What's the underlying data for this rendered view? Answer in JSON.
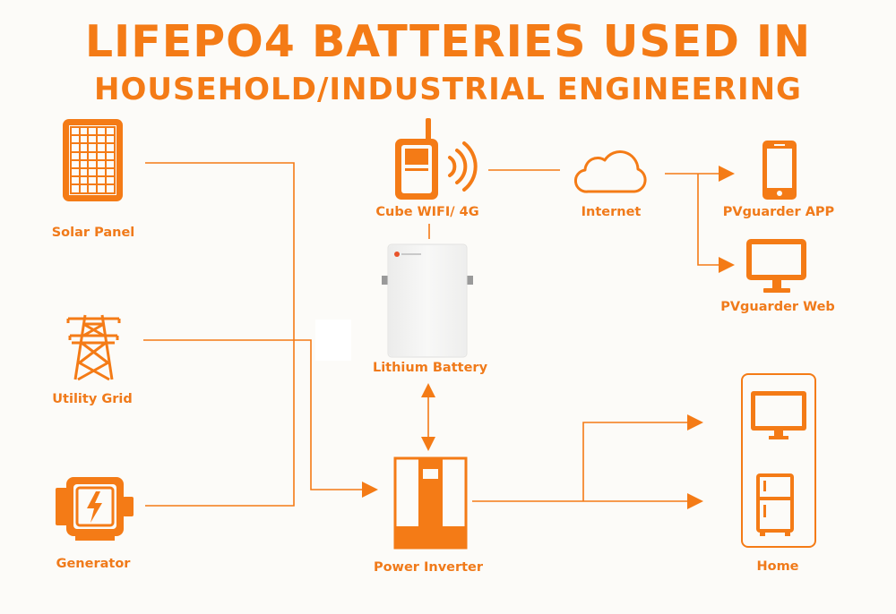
{
  "title": {
    "line1": "LIFEPO4 BATTERIES USED IN",
    "line2": "HOUSEHOLD/INDUSTRIAL ENGINEERING"
  },
  "nodes": {
    "solar_panel": "Solar Panel",
    "utility_grid": "Utility Grid",
    "generator": "Generator",
    "cube_wifi": "Cube WIFI/   4G",
    "internet": "Internet",
    "pvguarder_app": "PVguarder  APP",
    "pvguarder_web": "PVguarder  Web",
    "lithium_battery": "Lithium Battery",
    "power_inverter": "Power Inverter",
    "home": "Home"
  },
  "colors": {
    "accent": "#f47b16",
    "background": "#fcfbf8"
  },
  "icons": [
    "solar-panel-icon",
    "power-tower-icon",
    "generator-icon",
    "walkie-talkie-icon",
    "wifi-signal-icon",
    "cloud-icon",
    "smartphone-icon",
    "monitor-icon",
    "battery-unit-icon",
    "inverter-icon",
    "home-appliances-icon"
  ]
}
